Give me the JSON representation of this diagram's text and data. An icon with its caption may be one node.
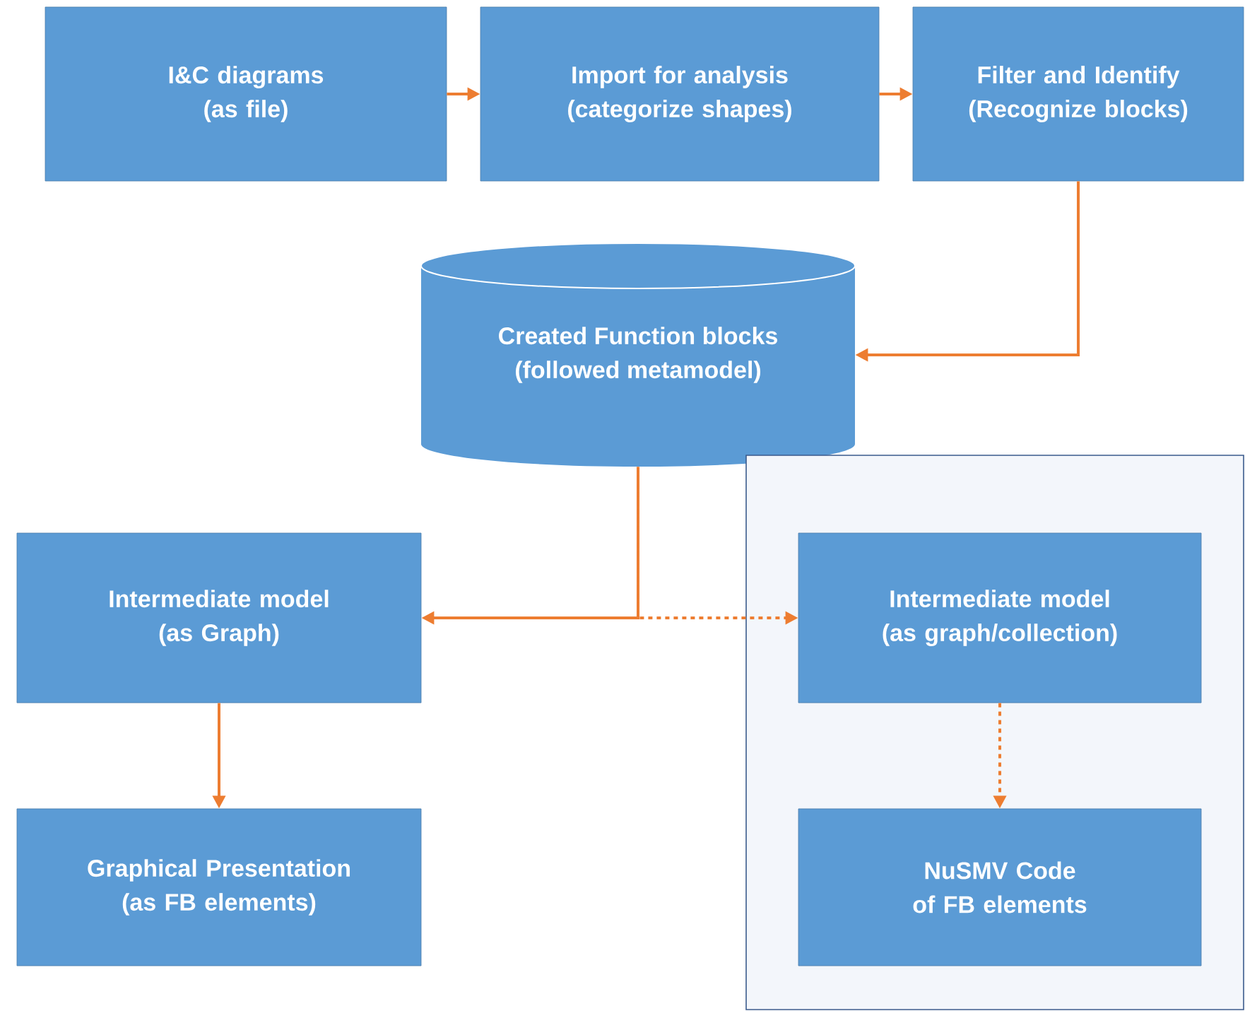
{
  "diagram": {
    "nodes": [
      {
        "text": [
          "I&C diagrams",
          "(as file)"
        ]
      },
      {
        "text": [
          "Import for analysis",
          "(categorize shapes)"
        ]
      },
      {
        "text": [
          "Filter and Identify",
          "(Recognize blocks)"
        ]
      },
      {
        "text": [
          "Created Function blocks",
          "(followed metamodel)"
        ]
      },
      {
        "text": [
          "Intermediate model",
          "(as Graph)"
        ]
      },
      {
        "text": [
          "Graphical Presentation",
          "(as FB elements)"
        ]
      },
      {
        "text": [],
        "shape": "box"
      },
      {
        "text": [
          "Intermediate model",
          "(as graph/collection)"
        ],
        "in": 6
      },
      {
        "text": [
          "NuSMV Code of FB elements"
        ],
        "in": 6
      }
    ],
    "edges": [
      {
        "from": 0,
        "to": 1,
        "arrow": "to"
      },
      {
        "from": 1,
        "to": 2,
        "arrow": "to"
      },
      {
        "from": 2,
        "to": 3,
        "arrow": "to"
      },
      {
        "from": 3,
        "to": 4,
        "arrow": "to"
      },
      {
        "from": 3,
        "to": 7,
        "arrow": "to",
        "style": "dashed"
      },
      {
        "from": 4,
        "to": 5,
        "arrow": "to"
      },
      {
        "from": 7,
        "to": 8,
        "arrow": "to",
        "style": "dashed"
      }
    ]
  }
}
